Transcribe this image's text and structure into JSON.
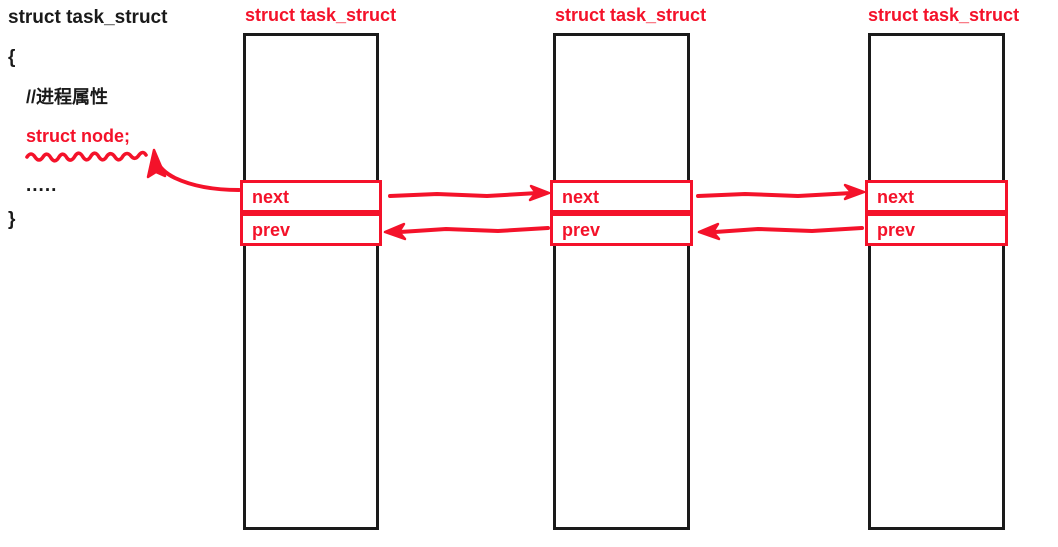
{
  "diagram": {
    "title": "struct task_struct doubly linked list",
    "background_color": "#ffffff",
    "accent_color": "#f4122a",
    "outline_color": "#1a1a1a"
  },
  "code_block": {
    "title": "struct task_struct",
    "open_brace": "{",
    "comment": "//进程属性",
    "member": "struct node;",
    "ellipsis": ".....",
    "close_brace": "}"
  },
  "nodes": [
    {
      "title": "struct task_struct",
      "fields": {
        "next": "next",
        "prev": "prev"
      }
    },
    {
      "title": "struct task_struct",
      "fields": {
        "next": "next",
        "prev": "prev"
      }
    },
    {
      "title": "struct task_struct",
      "fields": {
        "next": "next",
        "prev": "prev"
      }
    }
  ],
  "annotations": {
    "squiggle_underline": "wavy-underline-under-struct-node",
    "callout_arrow": "curved-arrow-from-node1-next-to-struct-node",
    "link_arrows": [
      "node1-next-to-node2",
      "node2-prev-to-node1",
      "node2-next-to-node3",
      "node3-prev-to-node2"
    ]
  }
}
